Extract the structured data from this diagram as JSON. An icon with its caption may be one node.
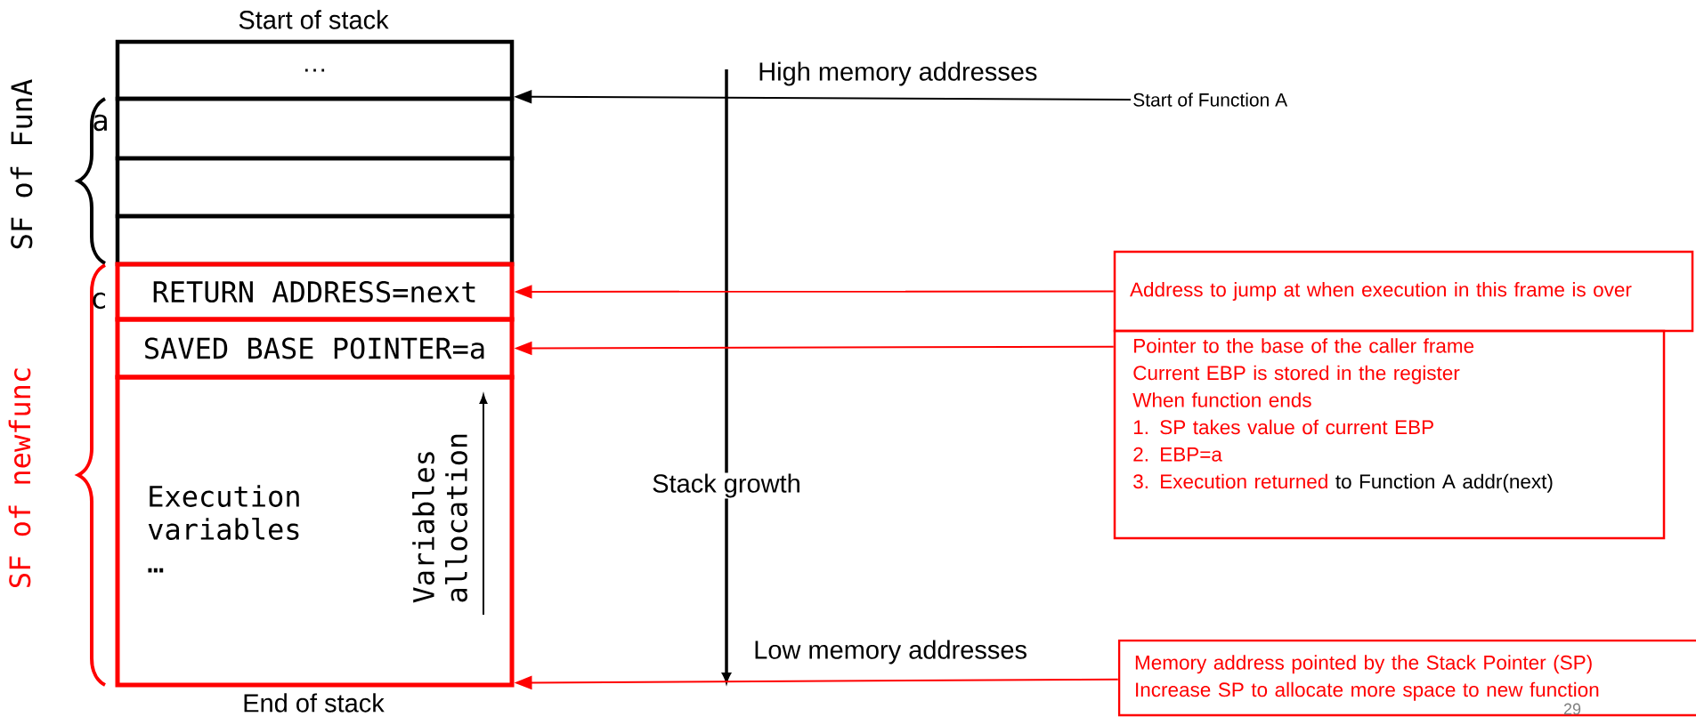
{
  "diagram": {
    "nodes": [
      {
        "text": [
          "…"
        ]
      },
      {
        "text": [],
        "shape": "box"
      },
      {
        "text": [],
        "shape": "box"
      },
      {
        "text": [],
        "shape": "box"
      },
      {
        "text": [
          "RETURN ADDRESS=next"
        ]
      },
      {
        "text": [
          "SAVED BASE POINTER=a"
        ]
      },
      {
        "text": [
          "Execution variables …",
          "Variables allocation"
        ]
      },
      {
        "text": [
          "Start of Function A"
        ]
      },
      {
        "text": [
          "Address to jump at when execution in this frame is over"
        ]
      },
      {
        "text": [
          "Pointer to the base of the caller frame",
          "Current EBP is stored in the register",
          "When function ends",
          "1. SP takes value of current EBP",
          "2. EBP=a",
          "3. Execution returned",
          "to Function A addr(next)"
        ]
      },
      {
        "text": [
          "Memory address pointed by the Stack Pointer (SP)",
          "Increase SP to allocate more space to new function"
        ]
      }
    ],
    "edges": [
      {
        "from": 7,
        "to": 1,
        "arrow": "to",
        "color": "#000000"
      },
      {
        "from": 8,
        "to": 4,
        "arrow": "to"
      },
      {
        "from": 9,
        "to": 5,
        "arrow": "to"
      },
      {
        "from": 10,
        "to": 6,
        "arrow": "to"
      }
    ],
    "labels": [
      "Start of stack",
      "End of stack",
      "High memory addresses",
      "Low memory addresses",
      "Stack growth",
      "a",
      "c",
      "SF of FunA",
      "SF of newfunc",
      "29"
    ]
  }
}
